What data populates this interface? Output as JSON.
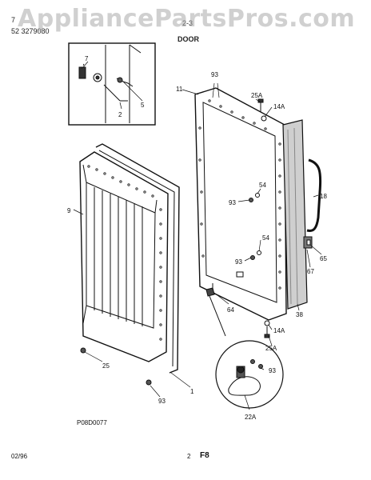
{
  "watermark": "AppliancePartsPros.com",
  "header": {
    "model_line1": "7",
    "model_line2": "52 3279080",
    "page_code": "2-3",
    "section_title": "DOOR"
  },
  "callouts": [
    "93",
    "11",
    "25A",
    "14A",
    "7",
    "5",
    "2",
    "9",
    "54",
    "93",
    "18",
    "54",
    "93",
    "65",
    "67",
    "64",
    "38",
    "14A",
    "25A",
    "25",
    "1",
    "93",
    "93",
    "22A"
  ],
  "footer": {
    "drawing_code": "P08D0077",
    "date": "02/96",
    "page_number": "2",
    "page_suffix": "F8"
  }
}
